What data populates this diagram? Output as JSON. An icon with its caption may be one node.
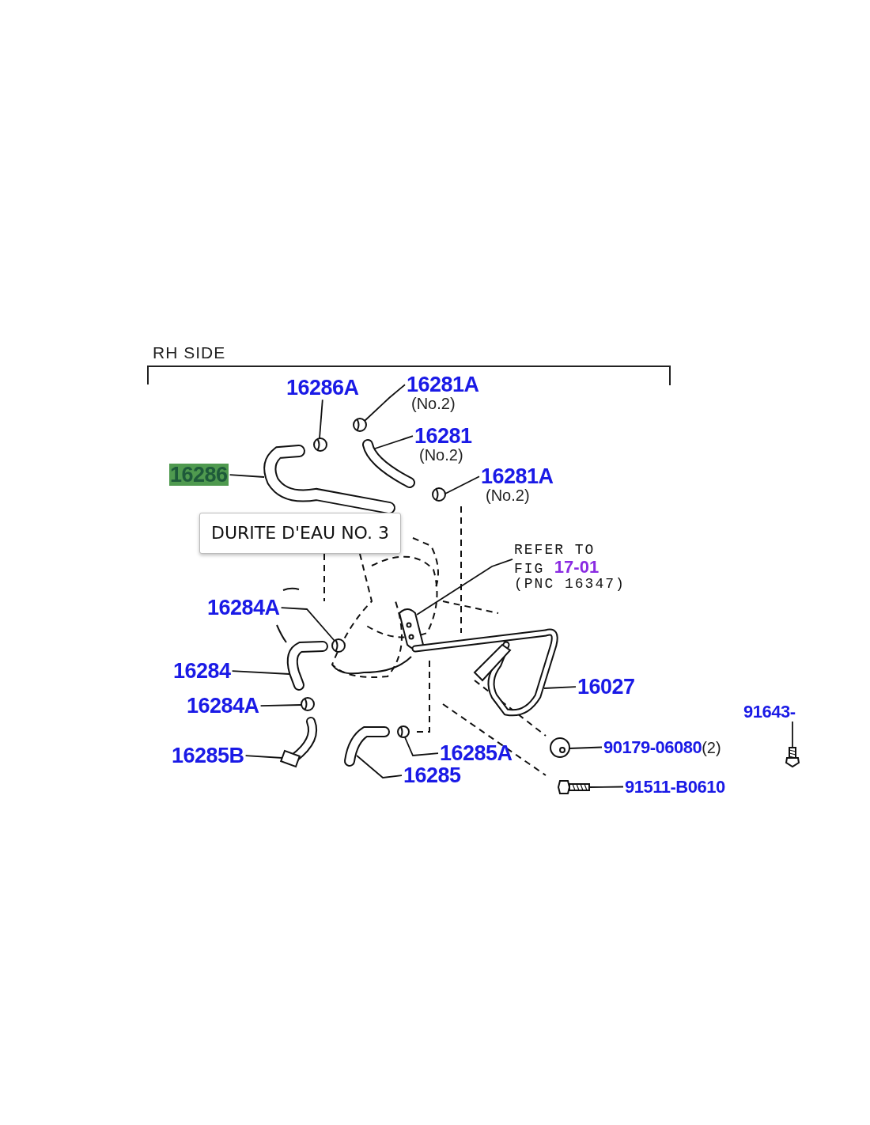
{
  "diagram": {
    "title": "RH SIDE",
    "nodes": [
      {
        "text": [
          "16286A"
        ]
      },
      {
        "text": [
          "16281A",
          "(No.2)"
        ]
      },
      {
        "text": [
          "16281",
          "(No.2)"
        ]
      },
      {
        "text": [
          "16286"
        ]
      },
      {
        "text": [
          "16281A",
          "(No.2)"
        ]
      },
      {
        "text": [
          "REFER TO FIG",
          "17-01",
          "(PNC 16347)"
        ]
      },
      {
        "text": [
          "16284A"
        ]
      },
      {
        "text": [
          "16284"
        ]
      },
      {
        "text": [
          "16027"
        ]
      },
      {
        "text": [
          "16284A"
        ]
      },
      {
        "text": [
          "91643-"
        ]
      },
      {
        "text": [
          "90179-06080",
          "(2)"
        ]
      },
      {
        "text": [
          "16285A"
        ]
      },
      {
        "text": [
          "16285B"
        ]
      },
      {
        "text": [
          "16285"
        ]
      },
      {
        "text": [
          "91511-B0610"
        ]
      },
      {
        "text": [],
        "shape": "picture"
      },
      {
        "text": [],
        "shape": "picture"
      },
      {
        "text": [],
        "shape": "picture"
      },
      {
        "text": [],
        "shape": "picture"
      },
      {
        "text": [],
        "shape": "picture"
      },
      {
        "text": [],
        "shape": "picture"
      },
      {
        "text": [],
        "shape": "picture"
      },
      {
        "text": [],
        "shape": "picture"
      },
      {
        "text": [],
        "shape": "picture"
      },
      {
        "text": [],
        "shape": "picture"
      },
      {
        "text": [],
        "shape": "picture"
      },
      {
        "text": [],
        "shape": "picture"
      },
      {
        "text": [],
        "shape": "picture"
      },
      {
        "text": [],
        "shape": "picture"
      },
      {
        "text": [],
        "shape": "picture"
      },
      {
        "text": [],
        "shape": "picture"
      }
    ],
    "edges": [
      {
        "from": 0,
        "to": 16,
        "arrow": "none"
      },
      {
        "from": 1,
        "to": 17,
        "arrow": "none"
      },
      {
        "from": 2,
        "to": 18,
        "arrow": "none"
      },
      {
        "from": 3,
        "to": 19,
        "arrow": "none"
      },
      {
        "from": 4,
        "to": 20,
        "arrow": "none"
      },
      {
        "from": 5,
        "to": 21,
        "arrow": "none"
      },
      {
        "from": 6,
        "to": 22,
        "arrow": "none"
      },
      {
        "from": 7,
        "to": 23,
        "arrow": "none"
      },
      {
        "from": 8,
        "to": 24,
        "arrow": "none"
      },
      {
        "from": 9,
        "to": 25,
        "arrow": "none"
      },
      {
        "from": 10,
        "to": 26,
        "arrow": "none"
      },
      {
        "from": 11,
        "to": 27,
        "arrow": "none"
      },
      {
        "from": 12,
        "to": 28,
        "arrow": "none"
      },
      {
        "from": 13,
        "to": 29,
        "arrow": "none"
      },
      {
        "from": 14,
        "to": 30,
        "arrow": "none"
      },
      {
        "from": 15,
        "to": 31,
        "arrow": "none"
      }
    ],
    "labels": [
      "DURITE D'EAU NO. 3"
    ]
  }
}
